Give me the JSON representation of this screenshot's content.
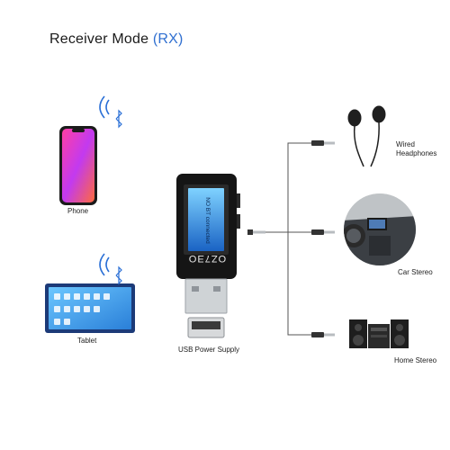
{
  "title": {
    "text": "Receiver Mode",
    "mode": "(RX)"
  },
  "sources": {
    "phone": "Phone",
    "tablet": "Tablet"
  },
  "device": {
    "screen_text": "NO BT connected",
    "brand": "OZ7ƎO",
    "power_label": "USB Power Supply"
  },
  "outputs": {
    "headphones": "Wired\nHeadphones",
    "car": "Car Stereo",
    "home": "Home Stereo"
  },
  "colors": {
    "accent": "#2f6fd0",
    "bluetooth": "#2a6fd6",
    "cable": "#555555"
  },
  "icons": [
    "bluetooth-icon",
    "phone-icon",
    "tablet-icon",
    "headphones-icon",
    "car-dashboard-icon",
    "stereo-icon",
    "usb-port-icon"
  ]
}
